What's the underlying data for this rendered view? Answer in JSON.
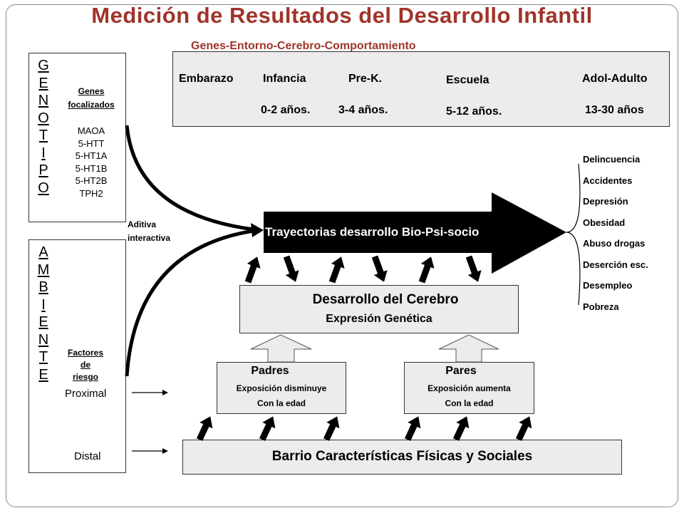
{
  "title": "Medición de Resultados del Desarrollo Infantil",
  "subtitle": "Genes-Entorno-Cerebro-Comportamiento",
  "genotipo": {
    "letters": [
      "G",
      "E",
      "N",
      "O",
      "T",
      "I",
      "P",
      "O"
    ],
    "header_line1": "Genes",
    "header_line2": "focalizados",
    "genes": [
      "MAOA",
      "5-HTT",
      "5-HT1A",
      "5-HT1B",
      "5-HT2B",
      "TPH2"
    ]
  },
  "ambiente": {
    "letters": [
      "A",
      "M",
      "B",
      "I",
      "E",
      "N",
      "T",
      "E"
    ],
    "factores_line1": "Factores",
    "factores_line2": "de",
    "factores_line3": "riesgo",
    "proximal": "Proximal",
    "distal": "Distal"
  },
  "aditiva_line1": "Aditiva",
  "aditiva_line2": "interactiva",
  "stages": [
    {
      "name": "Embarazo",
      "age": ""
    },
    {
      "name": "Infancia",
      "age": "0-2 años."
    },
    {
      "name": "Pre-K.",
      "age": "3-4 años."
    },
    {
      "name": "Escuela",
      "age": "5-12 años."
    },
    {
      "name": "Adol-Adulto",
      "age": "13-30 años"
    }
  ],
  "trajectory_label": "Trayectorias desarrollo Bio-Psi-socio",
  "brain": {
    "title": "Desarrollo del Cerebro",
    "subtitle": "Expresión Genética"
  },
  "padres": {
    "title": "Padres",
    "line1": "Exposición disminuye",
    "line2": "Con la edad"
  },
  "pares": {
    "title": "Pares",
    "line1": "Exposición aumenta",
    "line2": "Con la  edad"
  },
  "barrio": "Barrio Características Físicas y Sociales",
  "outcomes": [
    "Delincuencia",
    "Accidentes",
    "Depresión",
    "Obesidad",
    "Abuso drogas",
    "Deserción esc.",
    "Desempleo",
    "Pobreza"
  ],
  "colors": {
    "title": "#a0342a",
    "box_fill": "#ececec",
    "arrow": "#000000"
  }
}
